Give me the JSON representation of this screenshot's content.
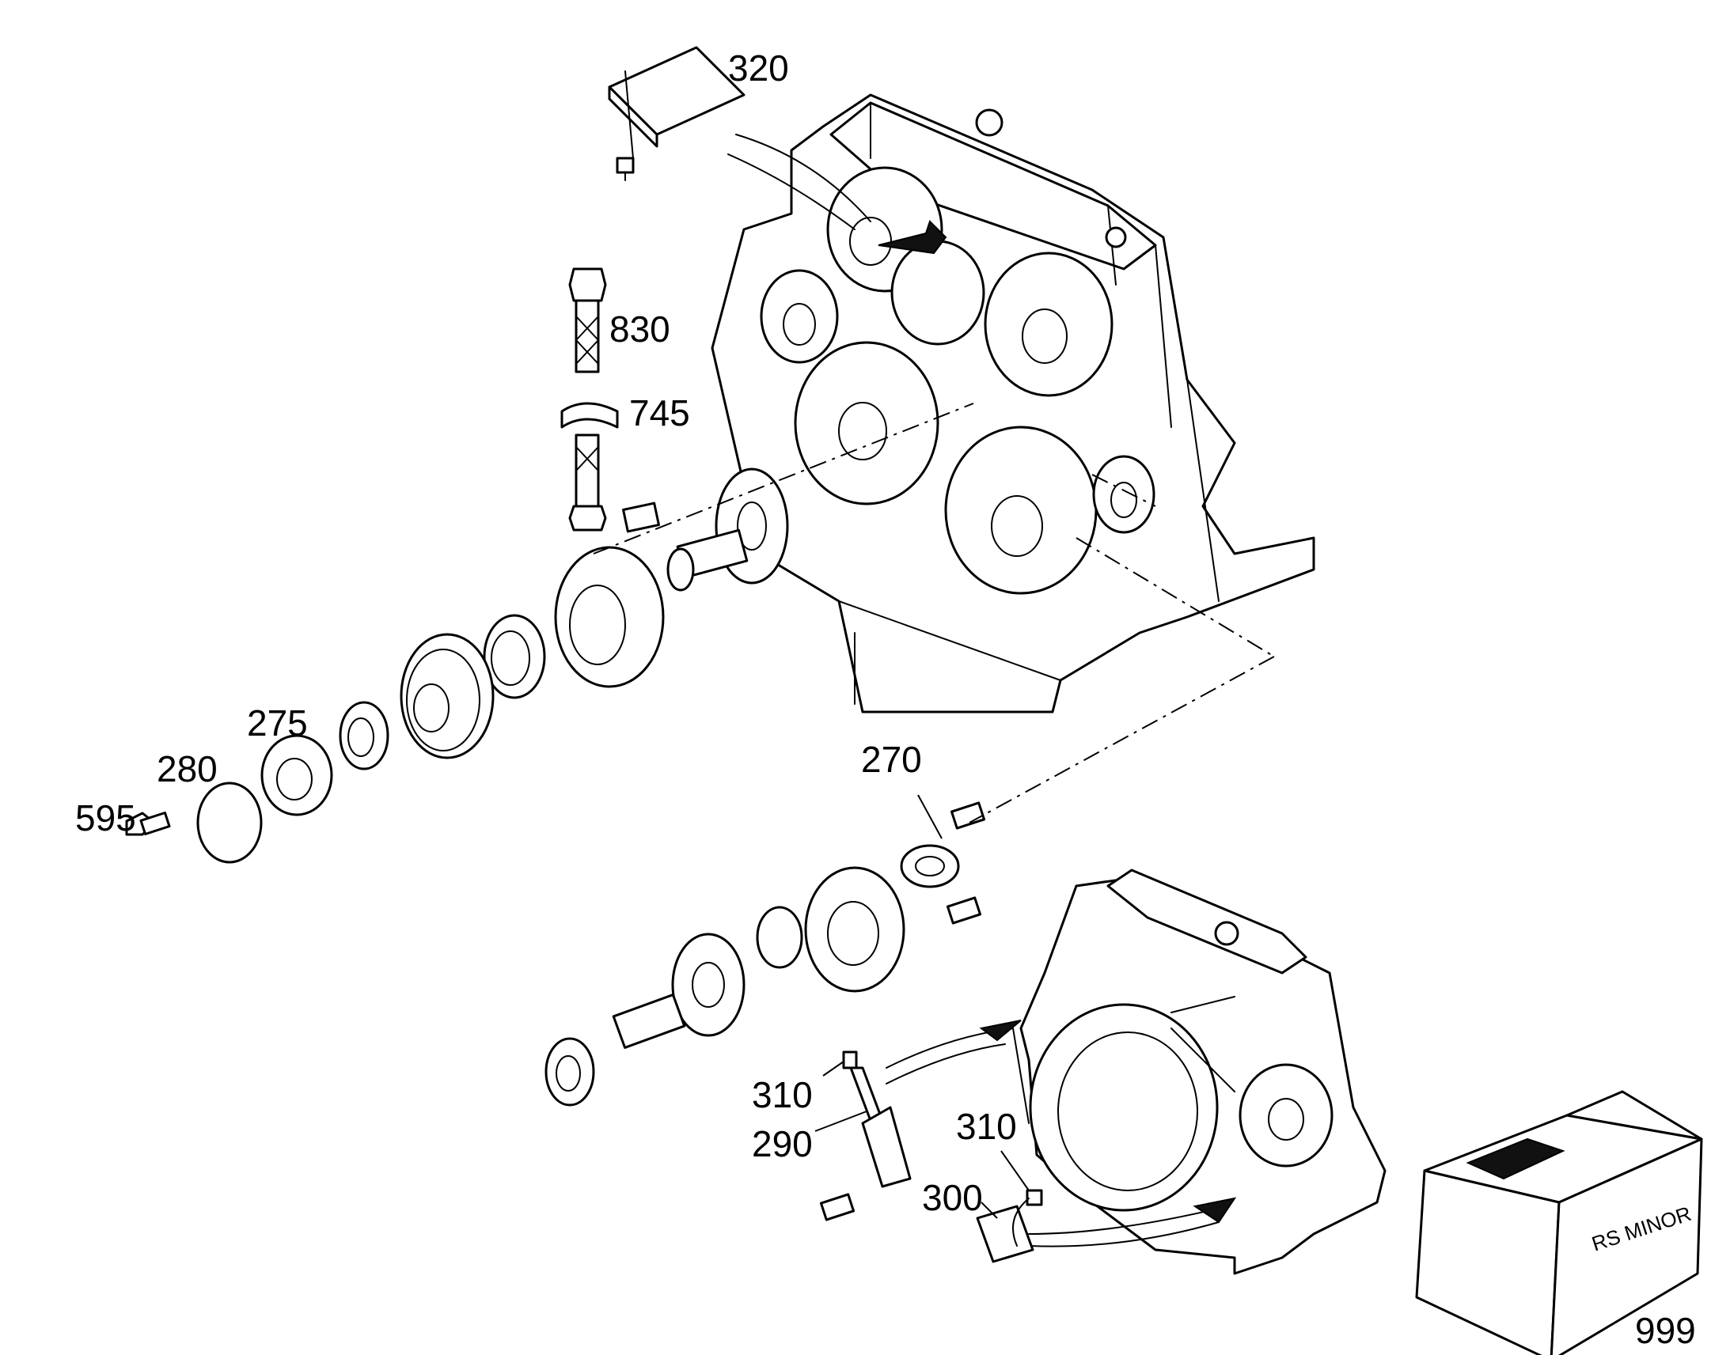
{
  "labels": {
    "p320": "320",
    "p830": "830",
    "p745": "745",
    "p275": "275",
    "p280": "280",
    "p595": "595",
    "p270": "270",
    "p310a": "310",
    "p290": "290",
    "p310b": "310",
    "p300": "300",
    "p999": "999"
  },
  "box_text": "RS MINOR",
  "colors": {
    "line": "#000000",
    "background": "#ffffff"
  }
}
